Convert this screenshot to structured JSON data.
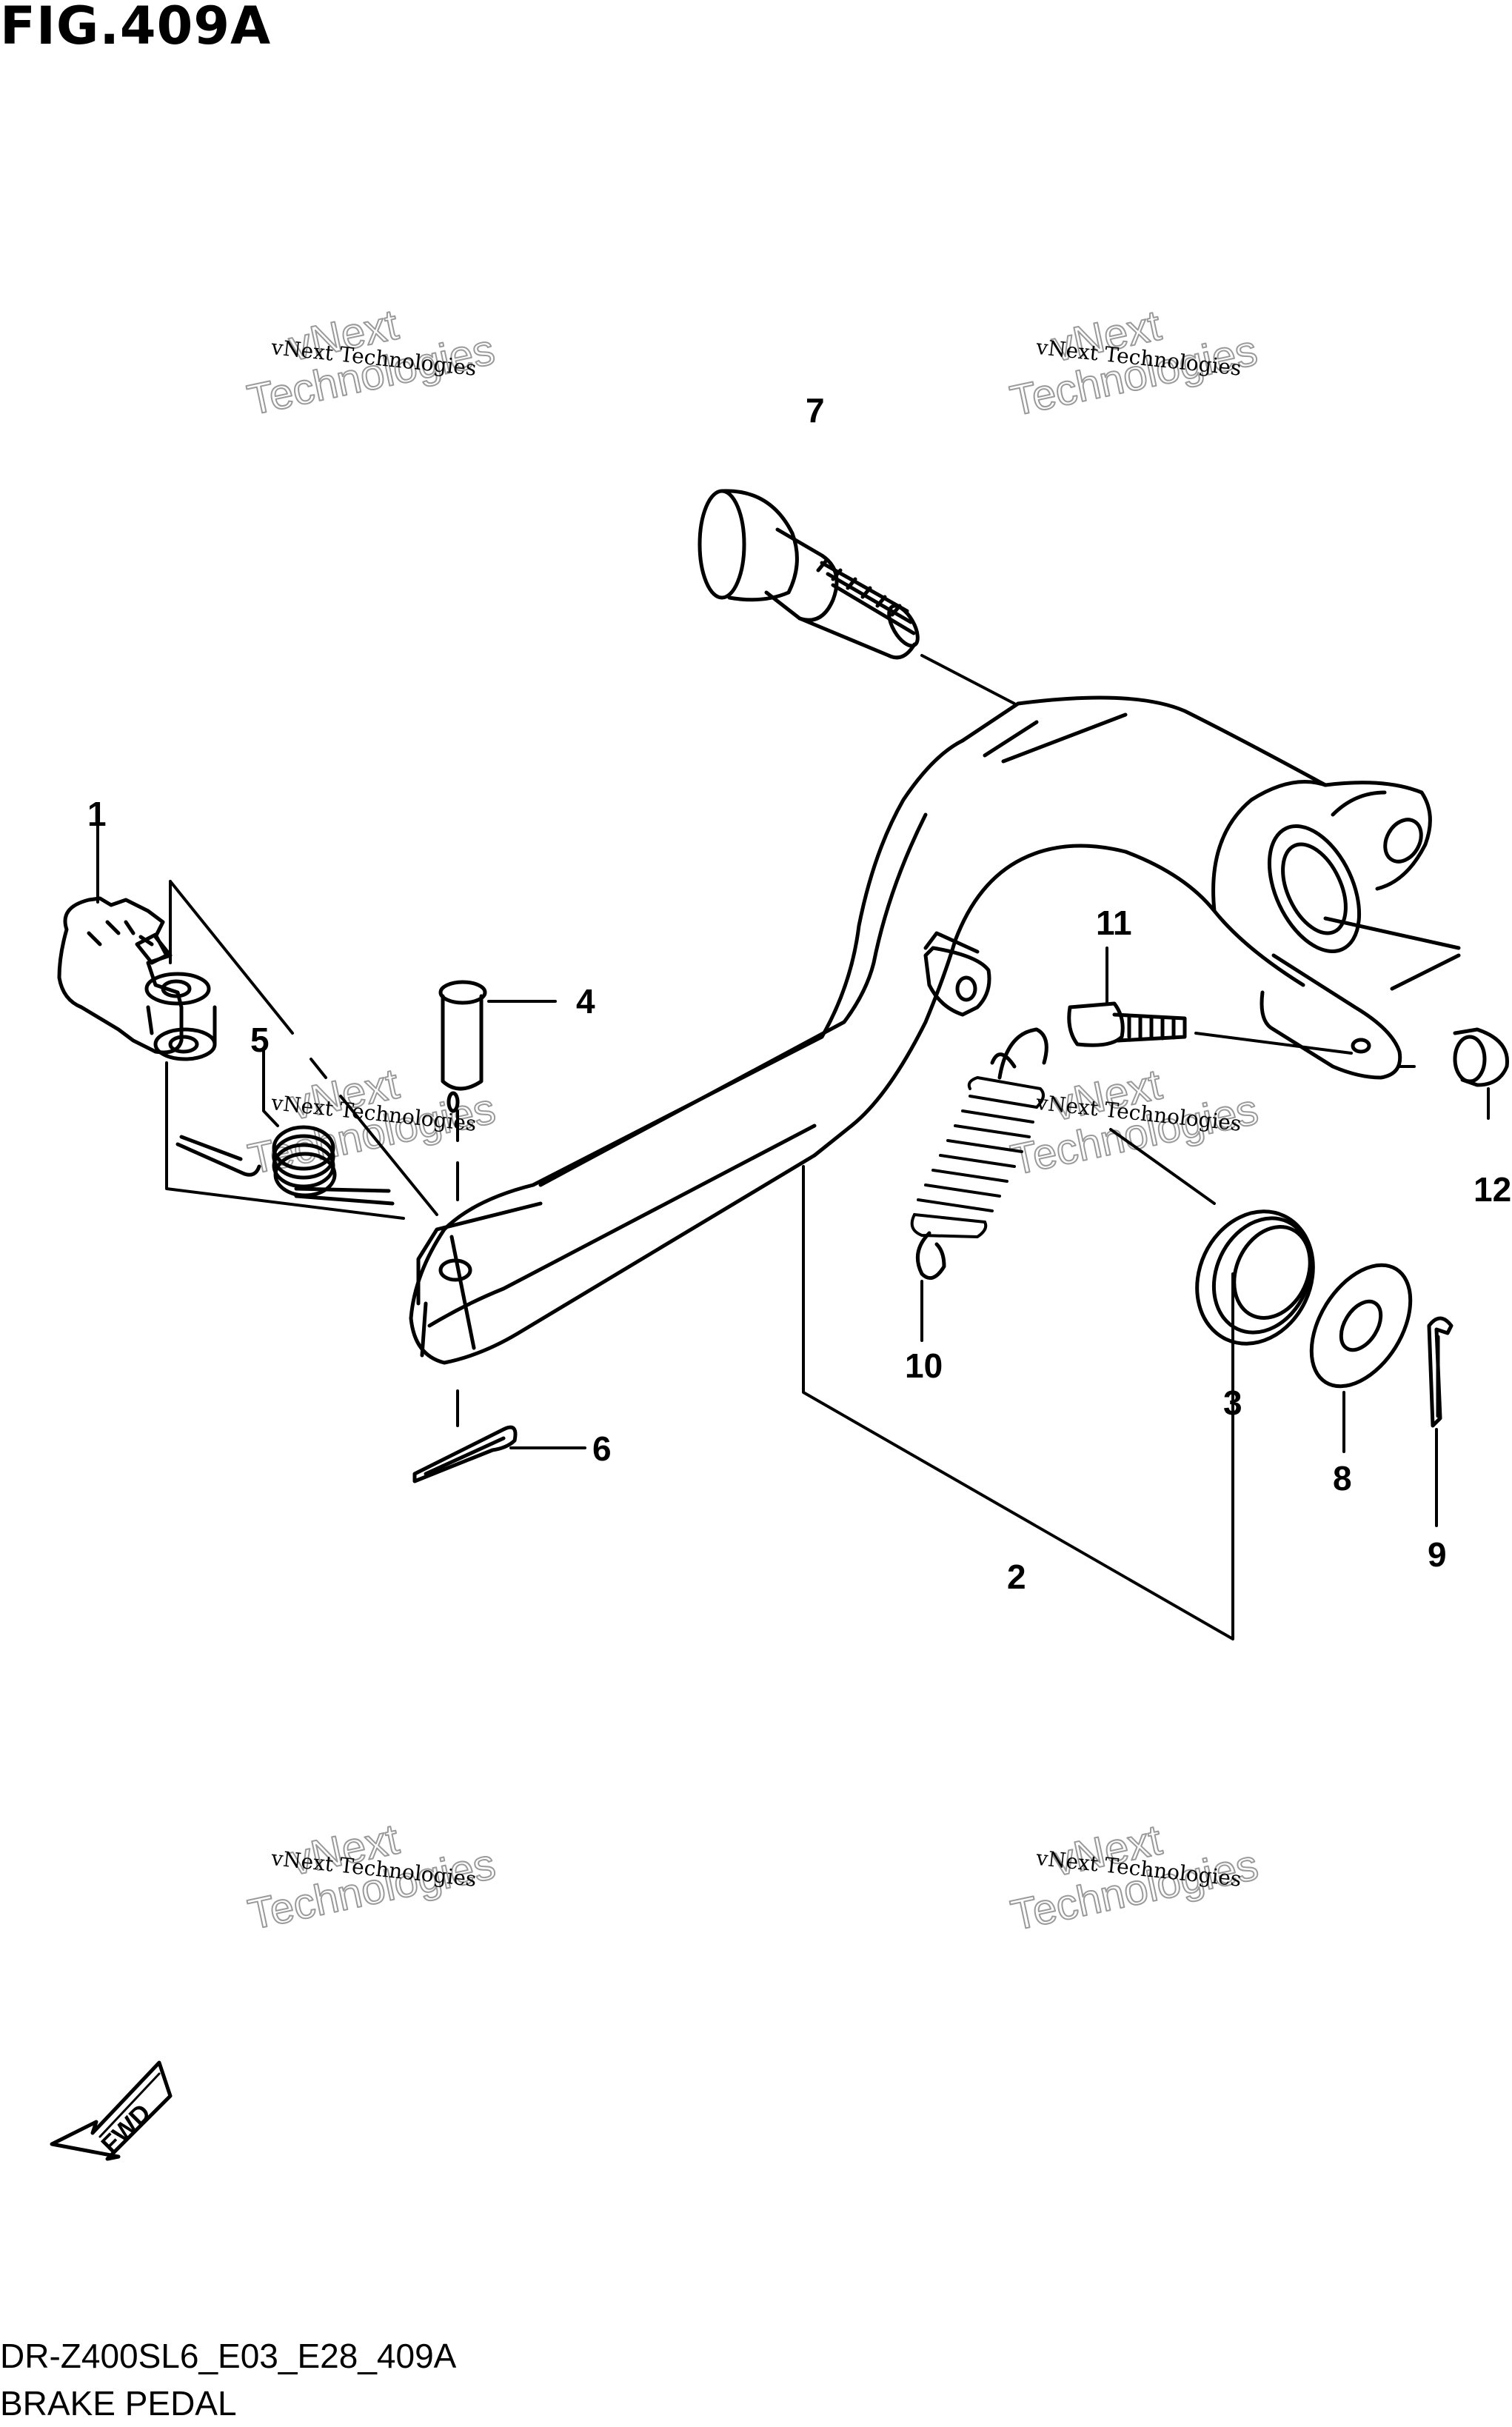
{
  "figure_title": "FIG.409A",
  "model_code": "DR-Z400SL6_E03_E28_409A",
  "section_title": "BRAKE PEDAL",
  "fwd_label": "FWD",
  "watermark_small": "vNext Technologies",
  "watermark_big_line1": "vNext",
  "watermark_big_line2": "Technologies",
  "callouts": [
    "1",
    "2",
    "3",
    "4",
    "5",
    "6",
    "7",
    "8",
    "9",
    "10",
    "11",
    "12"
  ]
}
